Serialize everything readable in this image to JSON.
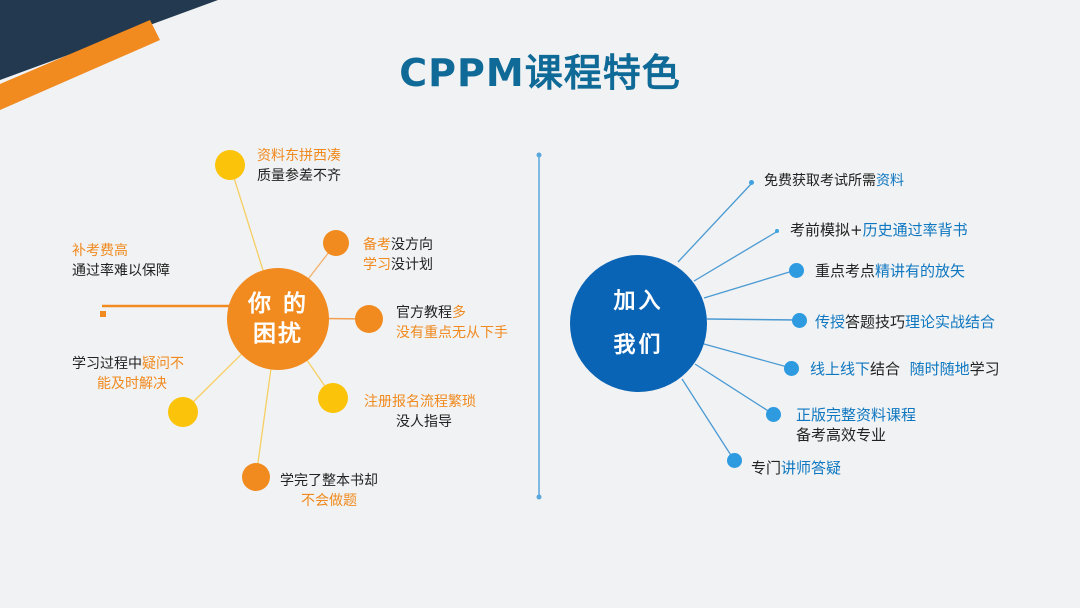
{
  "title": "CPPM课程特色",
  "colors": {
    "title": "#0f6a97",
    "orange": "#f18a1f",
    "yellow": "#fbc40a",
    "blue": "#0e77c0",
    "hub_blue": "#0a64b5",
    "navy": "#22394f",
    "background": "#f1f2f3"
  },
  "left_hub": {
    "line1": "你 的",
    "line2": "困扰"
  },
  "left_items": [
    {
      "l1": [
        [
          "资料东拼西凑",
          "o"
        ]
      ],
      "l2": [
        [
          "质量参差不齐",
          "d"
        ]
      ]
    },
    {
      "l1": [
        [
          "备考",
          "o"
        ],
        [
          "没方向",
          "d"
        ]
      ],
      "l2": [
        [
          "学习",
          "o"
        ],
        [
          "没计划",
          "d"
        ]
      ]
    },
    {
      "l1": [
        [
          "官方教程",
          "d"
        ],
        [
          "多",
          "o"
        ]
      ],
      "l2": [
        [
          "没有重点无从下手",
          "o"
        ]
      ]
    },
    {
      "l1": [
        [
          "注册报名流程繁琐",
          "o"
        ]
      ],
      "l2": [
        [
          "没人指导",
          "d"
        ]
      ]
    },
    {
      "l1": [
        [
          "学完了整本书却",
          "d"
        ]
      ],
      "l2": [
        [
          "不会做题",
          "o"
        ]
      ]
    },
    {
      "l1": [
        [
          "学习过程中",
          "d"
        ],
        [
          "疑问不",
          "o"
        ]
      ],
      "l2": [
        [
          "能及时解决",
          "o"
        ]
      ]
    },
    {
      "l1": [
        [
          "补考费高",
          "o"
        ]
      ],
      "l2": [
        [
          "通过率难以保障",
          "d"
        ]
      ]
    }
  ],
  "right_hub": {
    "line1": "加入",
    "line2": "我们"
  },
  "right_items": [
    {
      "l1": [
        [
          "免费获取考试所需",
          "d"
        ],
        [
          "资料",
          "b"
        ]
      ]
    },
    {
      "l1": [
        [
          "考前模拟+",
          "d"
        ],
        [
          "历史通过率背书",
          "b"
        ]
      ]
    },
    {
      "l1": [
        [
          "重点考点",
          "d"
        ],
        [
          "精讲有的放矢",
          "b"
        ]
      ]
    },
    {
      "l1": [
        [
          "传授",
          "b"
        ],
        [
          "答题技巧",
          "d"
        ],
        [
          "理论实战结合",
          "b"
        ]
      ]
    },
    {
      "l1": [
        [
          "线上线下",
          "b"
        ],
        [
          "结合  ",
          "d"
        ],
        [
          "随时随地",
          "b"
        ],
        [
          "学习",
          "d"
        ]
      ]
    },
    {
      "l1": [
        [
          "正版完整资料课程",
          "b"
        ]
      ],
      "l2": [
        [
          "备考高效专业",
          "d"
        ]
      ]
    },
    {
      "l1": [
        [
          "专门",
          "d"
        ],
        [
          "讲师答疑",
          "b"
        ]
      ]
    }
  ]
}
